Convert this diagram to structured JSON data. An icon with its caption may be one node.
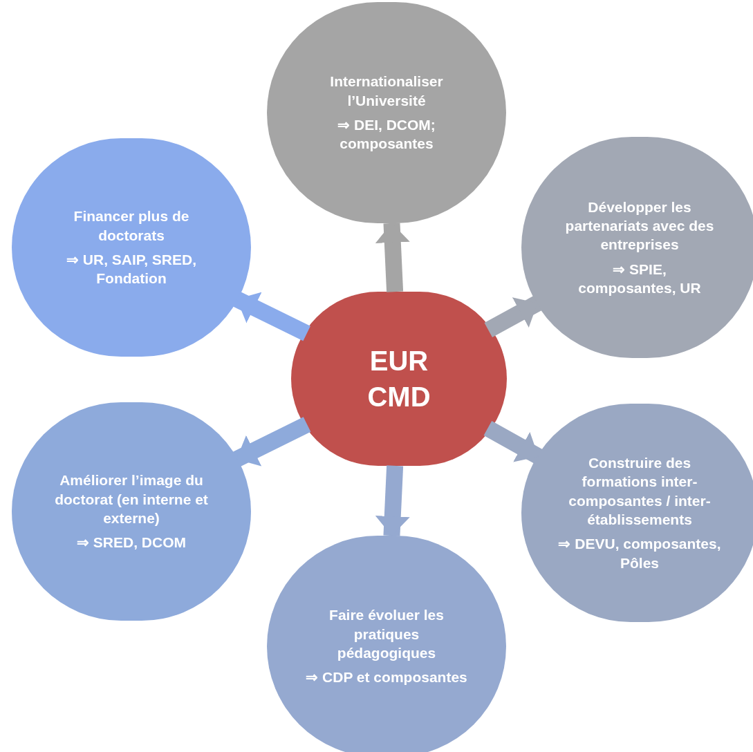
{
  "diagram": {
    "nodes": [
      {
        "text": [
          "EUR CMD"
        ]
      },
      {
        "text": [
          "Internationaliser l’Université",
          "⇒ DEI, DCOM; composantes"
        ]
      },
      {
        "text": [
          "Financer plus de doctorats",
          "⇒ UR, SAIP, SRED, Fondation"
        ]
      },
      {
        "text": [
          "Développer les partenariats avec des entreprises",
          "⇒ SPIE, composantes, UR"
        ]
      },
      {
        "text": [
          "Améliorer l’image du doctorat (en interne et externe)",
          "⇒ SRED, DCOM"
        ]
      },
      {
        "text": [
          "Construire des formations inter-composantes / inter-établissements",
          "⇒ DEVU, composantes, Pôles"
        ]
      },
      {
        "text": [
          "Faire évoluer les pratiques pédagogiques",
          "⇒ CDP et composantes"
        ]
      }
    ],
    "edges": [
      {
        "from": 0,
        "to": 1,
        "arrow": "to",
        "color": "#a5a5a5"
      },
      {
        "from": 0,
        "to": 2,
        "arrow": "to",
        "color": "#8aabec"
      },
      {
        "from": 0,
        "to": 3,
        "arrow": "to",
        "color": "#a2a8b4"
      },
      {
        "from": 0,
        "to": 4,
        "arrow": "to",
        "color": "#8eaadb"
      },
      {
        "from": 0,
        "to": 5,
        "arrow": "to",
        "color": "#9aa8c3"
      },
      {
        "from": 0,
        "to": 6,
        "arrow": "to",
        "color": "#95a9d0"
      }
    ]
  }
}
